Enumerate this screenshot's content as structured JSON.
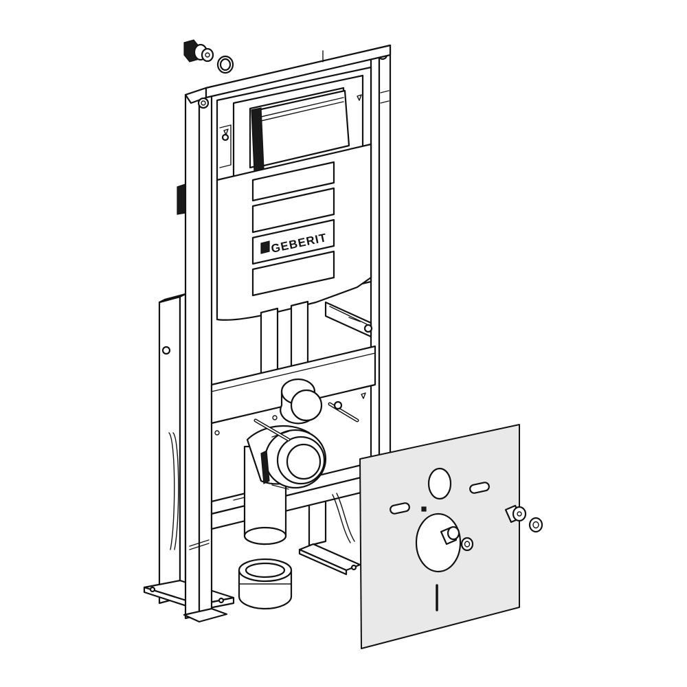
{
  "diagram": {
    "brand_logo_text": "GEBERIT",
    "colors": {
      "line": "#111111",
      "fill": "#ffffff",
      "shade": "#e9e9e9"
    },
    "parts": [
      "wc-frame",
      "cistern",
      "actuator-plate-opening",
      "angle-valve",
      "seal-ring",
      "adjustable-feet",
      "pipe-connector",
      "pipe-connector-sleeve",
      "wc-bowl-bolts",
      "sound-insulation-set"
    ]
  }
}
